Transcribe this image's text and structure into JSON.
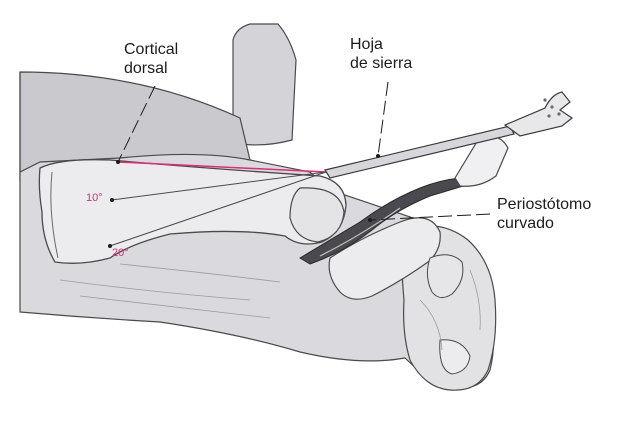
{
  "labels": {
    "cortical_dorsal": "Cortical\ndorsal",
    "hoja_de_sierra": "Hoja\nde sierra",
    "periostotomo_curvado": "Periostótomo\ncurvado",
    "angle_10": "10°",
    "angle_20": "20°"
  },
  "colors": {
    "accent_magenta": "#d6307a",
    "skin": "#dadade",
    "skin_shadow": "#c2c2c7",
    "bone": "#ececee",
    "outline": "#4a4a4a"
  }
}
